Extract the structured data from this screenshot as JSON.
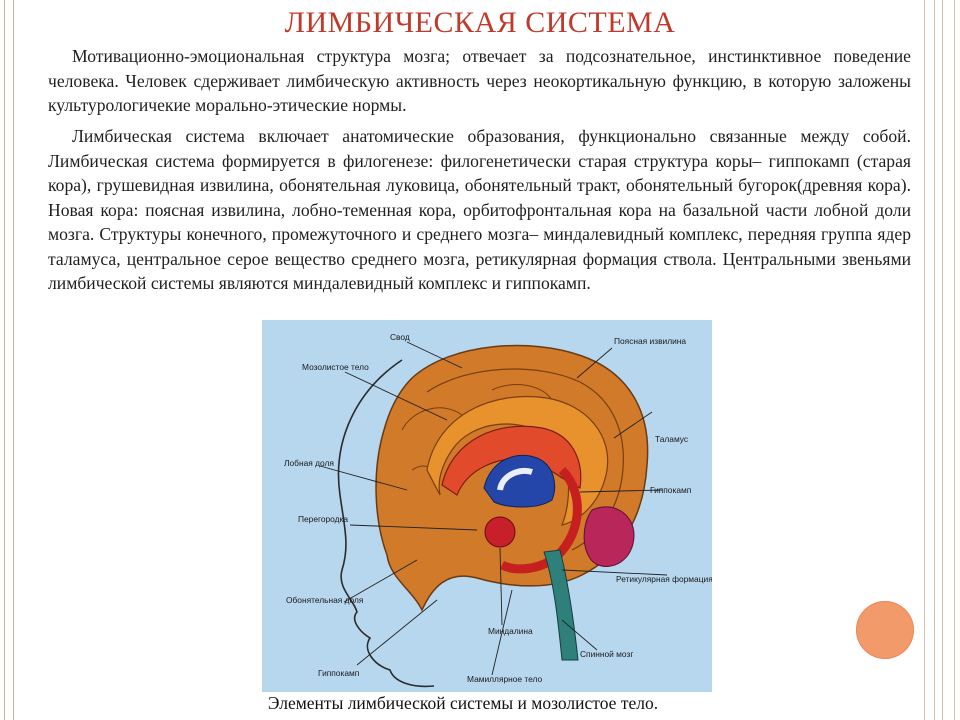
{
  "title": "ЛИМБИЧЕСКАЯ СИСТЕМА",
  "paragraphs": [
    "Мотивационно-эмоциональная структура мозга; отвечает за подсознательное, инстинктивное поведение человека. Человек сдерживает лимбическую активность через неокортикальную функцию, в которую заложены культурологичекие морально-этические нормы.",
    "Лимбическая система включает анатомические образования, функционально связанные между собой. Лимбическая система формируется в филогенезе: филогенетически старая структура коры– гиппокамп (старая кора), грушевидная извилина, обонятельная луковица, обонятельный тракт, обонятельный бугорок(древняя кора). Новая кора: поясная извилина, лобно-теменная кора, орбитофронтальная кора на базальной части лобной доли мозга. Структуры конечного, промежуточного и среднего мозга– миндалевидный комплекс, передняя группа ядер таламуса, центральное серое вещество среднего мозга, ретикулярная формация ствола. Центральными звеньями лимбической системы являются миндалевидный комплекс и гиппокамп."
  ],
  "figure": {
    "labels": {
      "svod": "Свод",
      "poyasnaya": "Поясная извилина",
      "mozolistoe": "Мозолистое тело",
      "talamus": "Таламус",
      "lobnaya": "Лобная доля",
      "gippokamp_r": "Гиппокамп",
      "peregorodka": "Перегородка",
      "retikulyarnaya": "Ретикулярная формация",
      "obonyatelnaya": "Обонятельная доля",
      "mindalina": "Миндалина",
      "spinnoy": "Спинной мозг",
      "gippokamp_b": "Гиппокамп",
      "mamillyarnoe": "Мамиллярное тело"
    }
  },
  "caption": "Элементы лимбической системы и мозолистое тело.",
  "colors": {
    "title": "#c0392b",
    "figure_bg": "#b7d7ef",
    "accent_circle": "#f39a6b"
  }
}
